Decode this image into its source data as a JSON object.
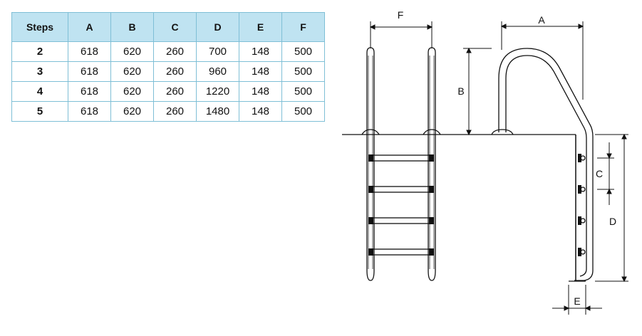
{
  "table": {
    "headers": [
      "Steps",
      "A",
      "B",
      "C",
      "D",
      "E",
      "F"
    ],
    "rows": [
      [
        "2",
        "618",
        "620",
        "260",
        "700",
        "148",
        "500"
      ],
      [
        "3",
        "618",
        "620",
        "260",
        "960",
        "148",
        "500"
      ],
      [
        "4",
        "618",
        "620",
        "260",
        "1220",
        "148",
        "500"
      ],
      [
        "5",
        "618",
        "620",
        "260",
        "1480",
        "148",
        "500"
      ]
    ]
  },
  "diagram": {
    "labels": {
      "a": "A",
      "b": "B",
      "c": "C",
      "d": "D",
      "e": "E",
      "f": "F"
    }
  },
  "colors": {
    "header_bg": "#bfe3f1",
    "border": "#7fbfd6",
    "line": "#111111"
  }
}
